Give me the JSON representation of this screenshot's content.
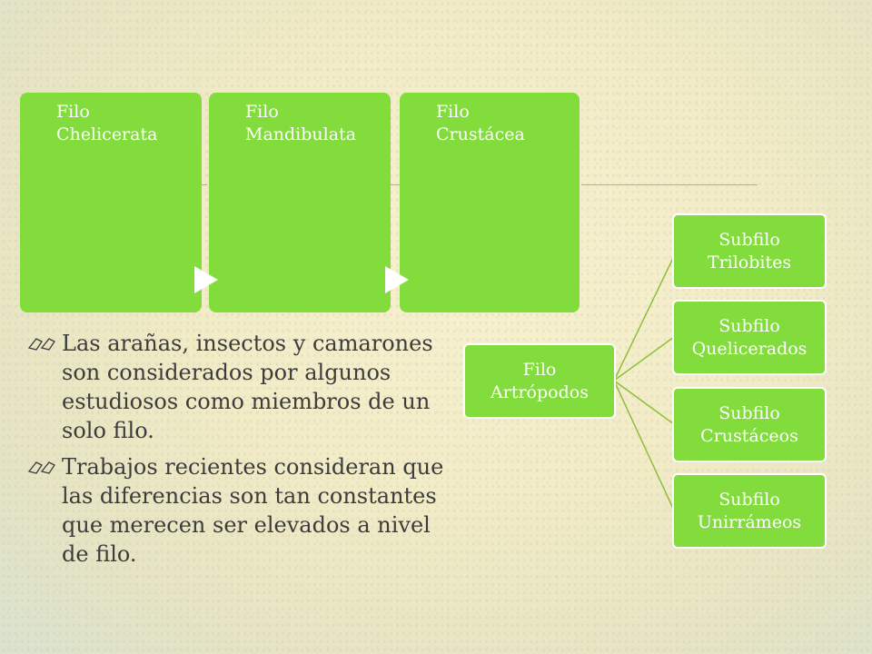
{
  "top_boxes": [
    "Filo\nChelicerata",
    "Filo\nMandibulata",
    "Filo\nCrustácea"
  ],
  "tree": {
    "root": "Filo\nArtrópodos",
    "children": [
      "Subfilo\nTrilobites",
      "Subfilo\nQuelicerados",
      "Subfilo\nCrustáceos",
      "Subfilo\nUnirrámeos"
    ]
  },
  "bullets": [
    "Las arañas, insectos y camarones son considerados por algunos estudiosos como miembros de un solo filo.",
    "Trabajos recientes consideran que las diferencias son tan constantes que merecen ser elevados a nivel de filo."
  ],
  "colors": {
    "box_green": "#82dd3c",
    "text": "#3c3c3c",
    "line": "#9fb0c8",
    "connector": "#8fbf3a"
  }
}
